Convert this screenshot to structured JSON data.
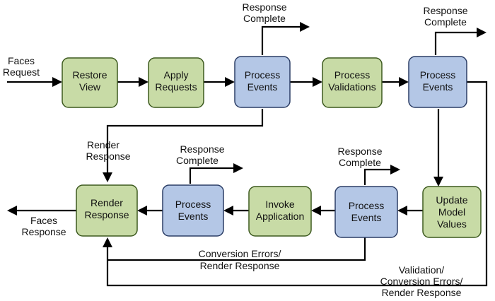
{
  "colors": {
    "green_fill": "#c8dba6",
    "green_stroke": "#3d5a1f",
    "blue_fill": "#b4c7e6",
    "blue_stroke": "#2c3e66",
    "line": "#000000"
  },
  "boxes": {
    "restore_view": [
      "Restore",
      "View"
    ],
    "apply_requests": [
      "Apply",
      "Requests"
    ],
    "process_events_1": [
      "Process",
      "Events"
    ],
    "process_validations": [
      "Process",
      "Validations"
    ],
    "process_events_2": [
      "Process",
      "Events"
    ],
    "update_model_values": [
      "Update",
      "Model",
      "Values"
    ],
    "process_events_3": [
      "Process",
      "Events"
    ],
    "invoke_application": [
      "Invoke",
      "Application"
    ],
    "process_events_4": [
      "Process",
      "Events"
    ],
    "render_response": [
      "Render",
      "Response"
    ]
  },
  "labels": {
    "faces_request": [
      "Faces",
      "Request"
    ],
    "faces_response": [
      "Faces",
      "Response"
    ],
    "response_complete_1": [
      "Response",
      "Complete"
    ],
    "response_complete_2": [
      "Response",
      "Complete"
    ],
    "response_complete_3": [
      "Response",
      "Complete"
    ],
    "response_complete_4": [
      "Response",
      "Complete"
    ],
    "render_response_top": [
      "Render",
      "Response"
    ],
    "conversion_errors": [
      "Conversion Errors/",
      "Render Response"
    ],
    "validation_errors": [
      "Validation/",
      "Conversion Errors/",
      "Render Response"
    ]
  }
}
